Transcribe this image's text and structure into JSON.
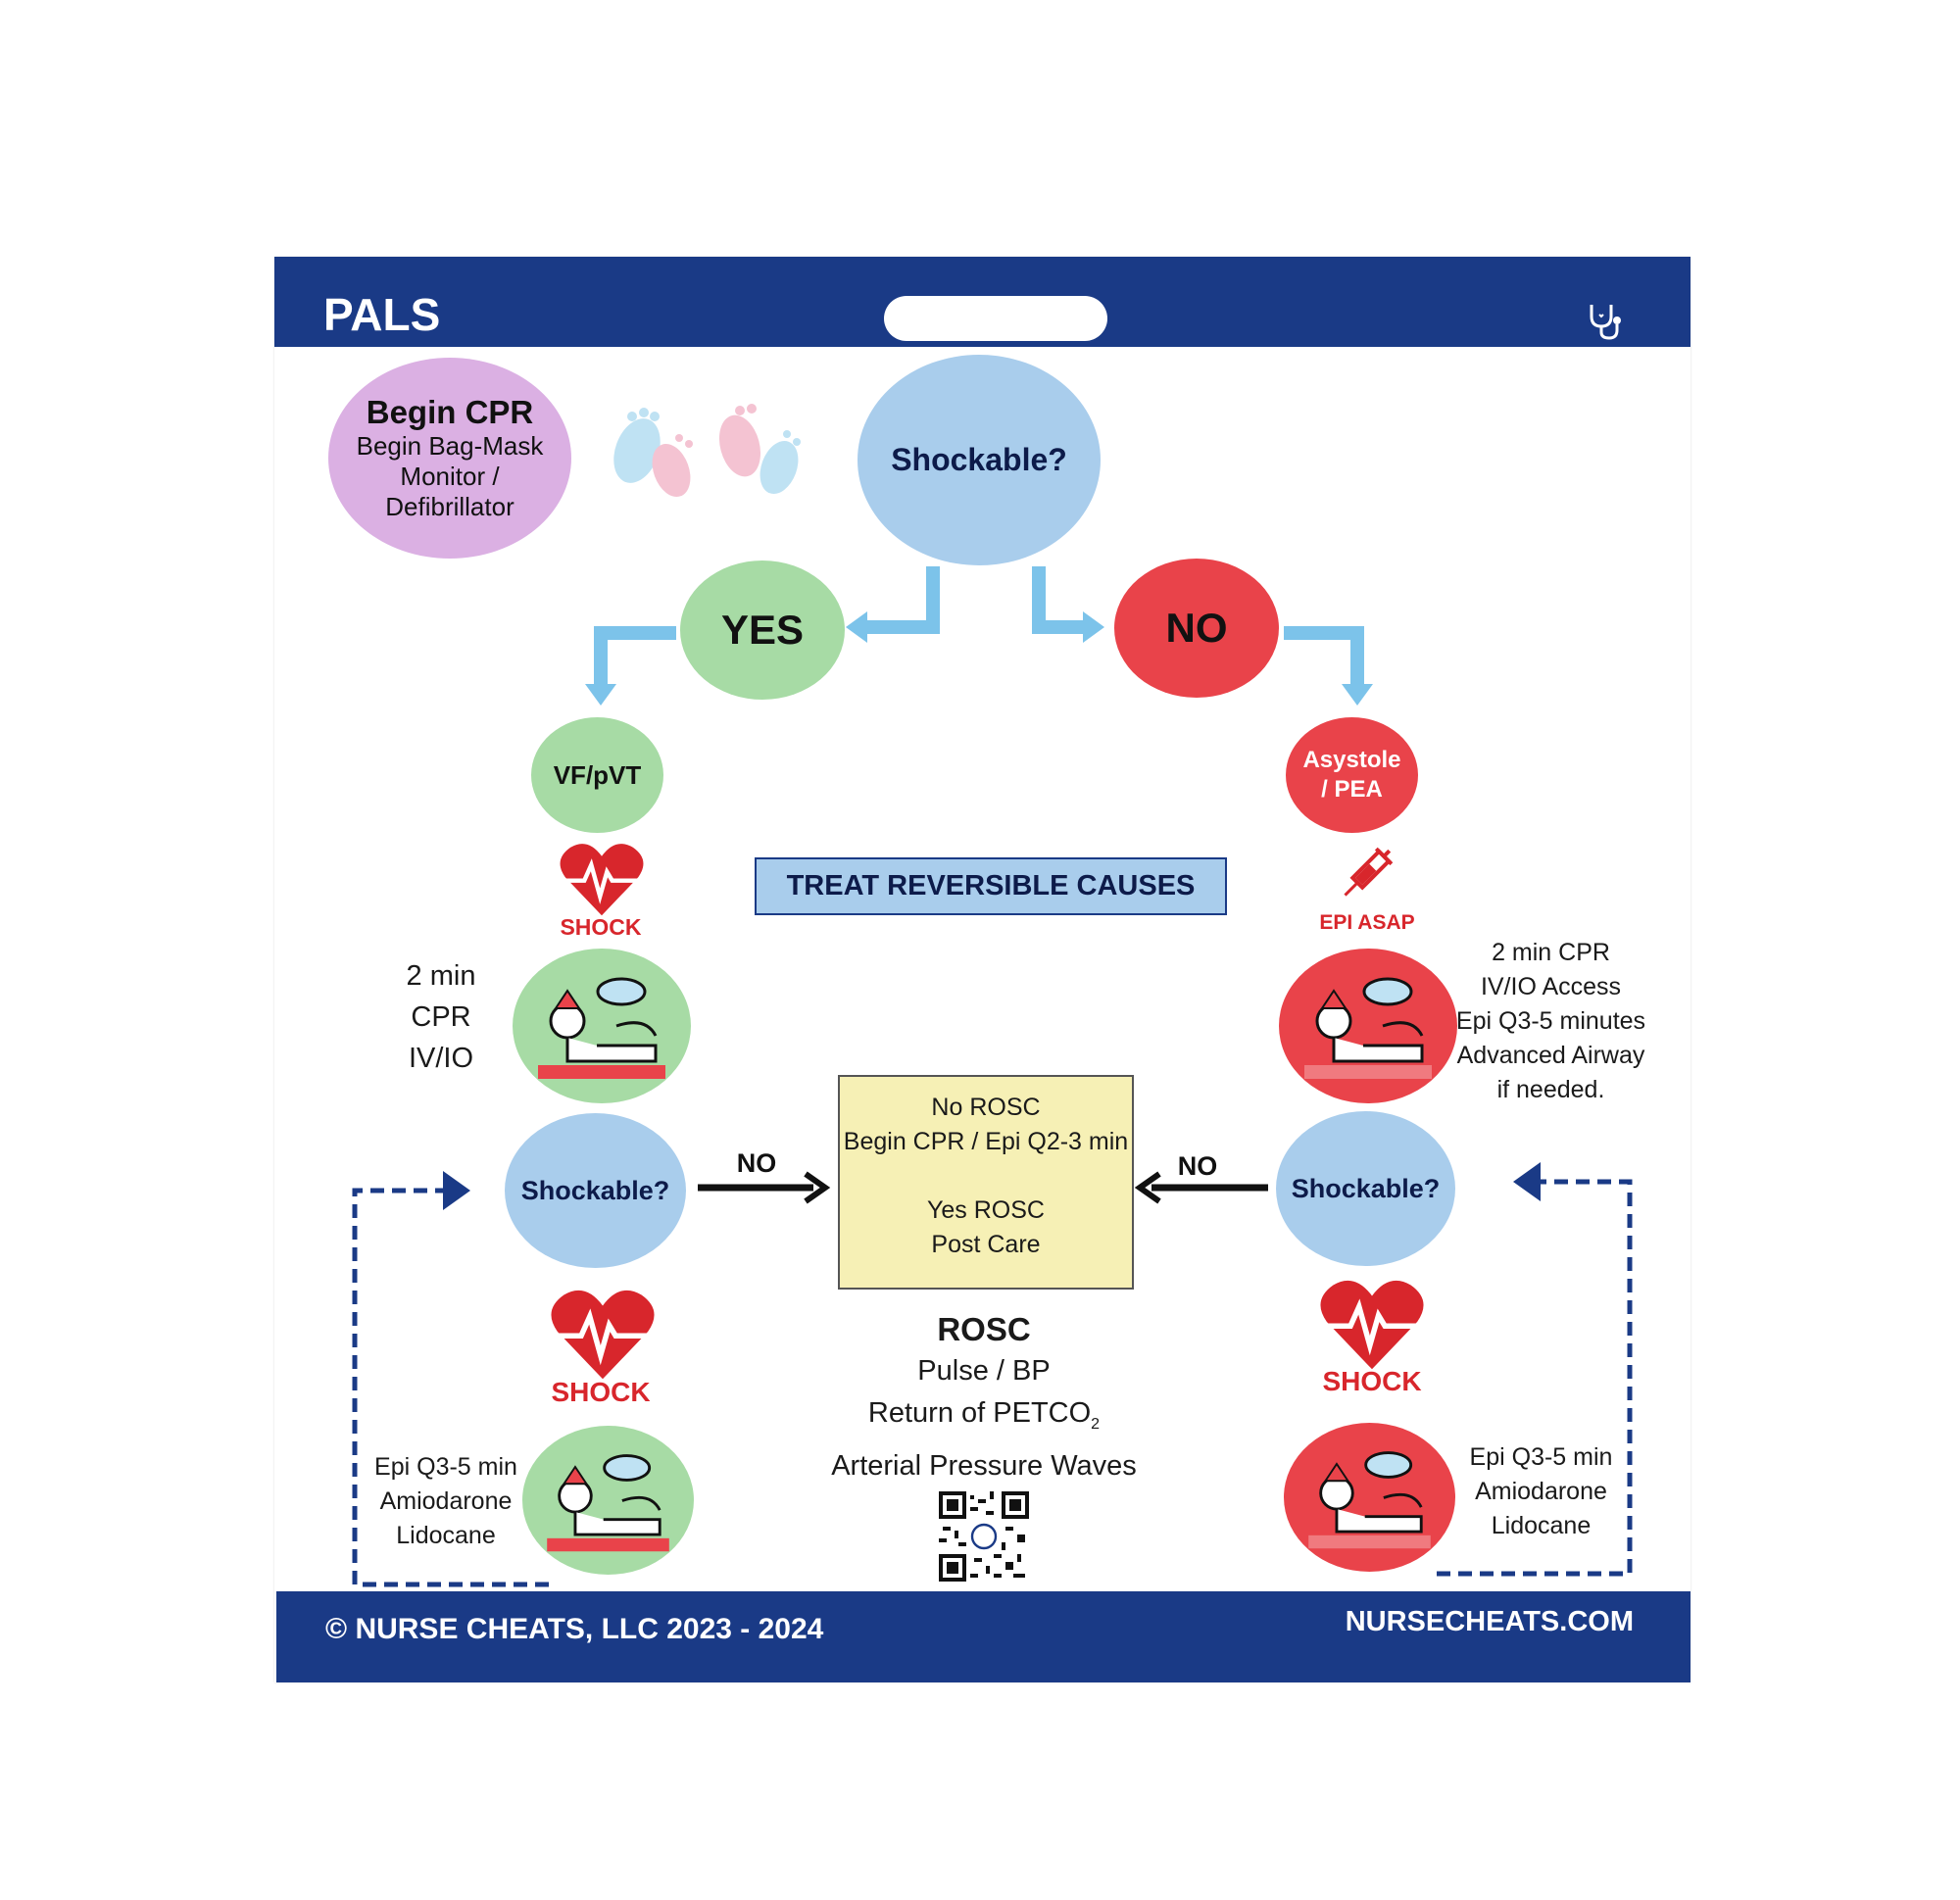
{
  "header": {
    "title": "PALS"
  },
  "footer": {
    "copyright": "© NURSE CHEATS, LLC 2023 - 2024",
    "website": "NURSECHEATS.COM"
  },
  "start": {
    "title": "Begin CPR",
    "line1": "Begin Bag-Mask",
    "line2": "Monitor /",
    "line3": "Defibrillator"
  },
  "top_question": "Shockable?",
  "yes_label": "YES",
  "no_label": "NO",
  "left": {
    "rhythm": "VF/pVT",
    "shock1": "SHOCK",
    "cpr_notes": [
      "2 min",
      "CPR",
      "IV/IO"
    ],
    "question": "Shockable?",
    "no_arrow": "NO",
    "shock2": "SHOCK",
    "drug_notes": [
      "Epi Q3-5 min",
      "Amiodarone",
      "Lidocane"
    ]
  },
  "right": {
    "rhythm_line1": "Asystole",
    "rhythm_line2": "/ PEA",
    "epi": "EPI ASAP",
    "cpr_notes": [
      "2 min CPR",
      "IV/IO Access",
      "Epi Q3-5 minutes",
      "Advanced Airway",
      "if needed."
    ],
    "question": "Shockable?",
    "no_arrow": "NO",
    "shock": "SHOCK",
    "drug_notes": [
      "Epi Q3-5 min",
      "Amiodarone",
      "Lidocane"
    ]
  },
  "treat": "TREAT REVERSIBLE CAUSES",
  "box": {
    "line1": "No ROSC",
    "line2": "Begin CPR / Epi Q2-3 min",
    "line3": "Yes ROSC",
    "line4": "Post Care"
  },
  "rosc": {
    "title": "ROSC",
    "line1": "Pulse / BP",
    "line2": "Return of PETCO",
    "line2_sub": "2",
    "line3": "Arterial Pressure Waves"
  },
  "colors": {
    "navy": "#1a3a86",
    "arrow_blue": "#7cc3ea",
    "shock_red": "#d8262c",
    "yes_green": "#a7dba5",
    "no_red": "#e9434a",
    "question_blue": "#a9cdec"
  },
  "icons": [
    "stethoscope-icon",
    "baby-feet-icon",
    "heart-shock-icon",
    "syringe-icon",
    "infant-cpr-icon",
    "qr-code-icon"
  ]
}
